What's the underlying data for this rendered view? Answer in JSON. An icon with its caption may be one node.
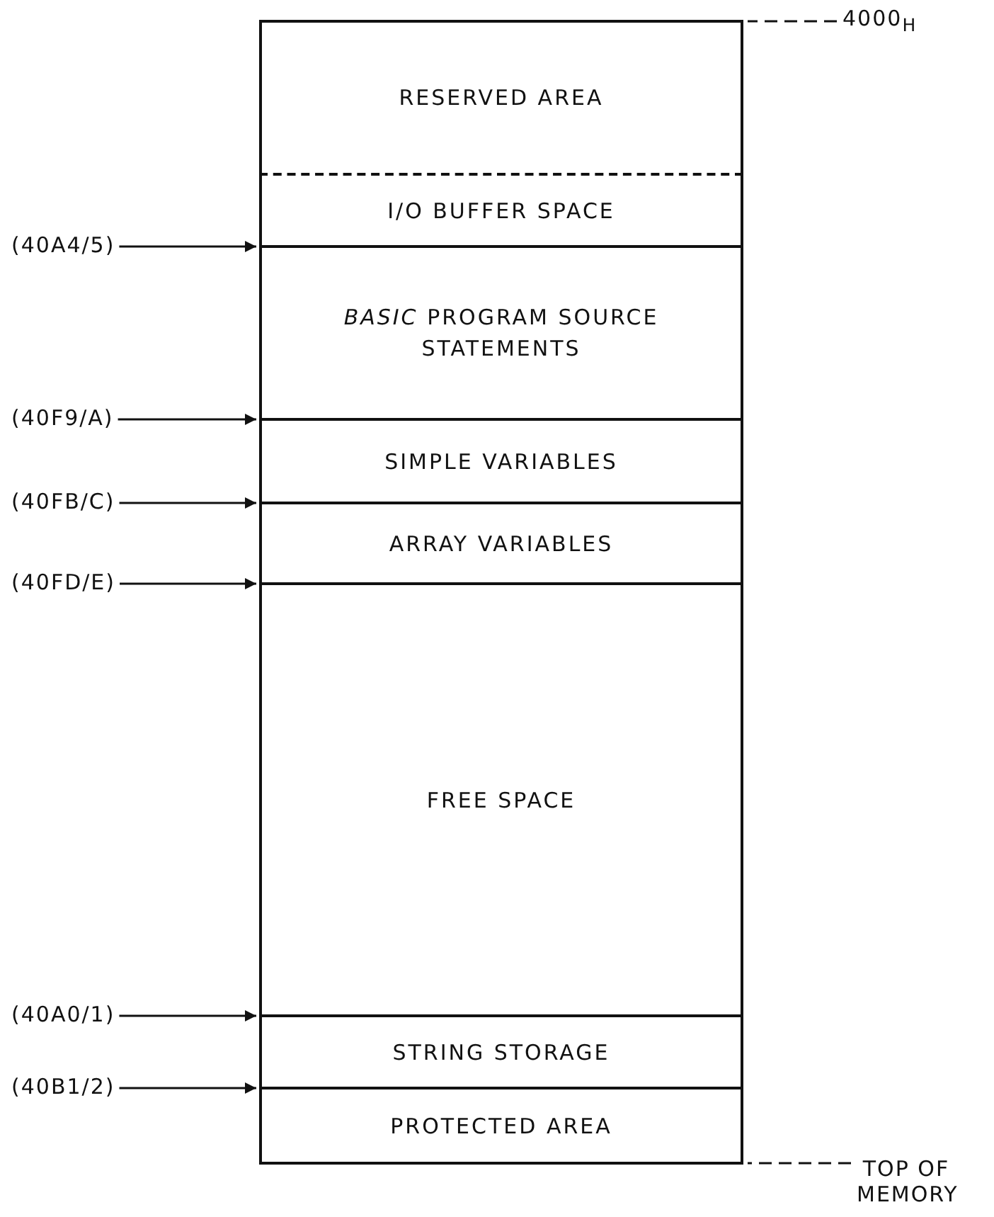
{
  "diagram": {
    "nodes": [
      {
        "text": [
          "RESERVED AREA"
        ]
      },
      {
        "text": [
          "I/O BUFFER SPACE"
        ]
      },
      {
        "text": [
          "*BASIC* PROGRAM SOURCE STATEMENTS"
        ]
      },
      {
        "text": [
          "SIMPLE VARIABLES"
        ]
      },
      {
        "text": [
          "ARRAY VARIABLES"
        ]
      },
      {
        "text": [
          "FREE SPACE"
        ]
      },
      {
        "text": [
          "STRING STORAGE"
        ]
      },
      {
        "text": [
          "PROTECTED AREA"
        ]
      },
      {
        "text": [
          "4000$_{H}$"
        ]
      },
      {
        "text": [
          "(40A4/5)"
        ]
      },
      {
        "text": [
          "(40F9/A)"
        ]
      },
      {
        "text": [
          "(40FB/C)"
        ]
      },
      {
        "text": [
          "(40FD/E)"
        ]
      },
      {
        "text": [
          "(40A0/1)"
        ]
      },
      {
        "text": [
          "(40B1/2)"
        ]
      },
      {
        "text": [
          "TOP OF MEMORY"
        ]
      }
    ],
    "edges": [
      {
        "from": 8,
        "to": 0,
        "arrow": "none",
        "style": "dashed"
      },
      {
        "from": 9,
        "to": 2,
        "arrow": "to"
      },
      {
        "from": 10,
        "to": 3,
        "arrow": "to"
      },
      {
        "from": 11,
        "to": 4,
        "arrow": "to"
      },
      {
        "from": 12,
        "to": 5,
        "arrow": "to"
      },
      {
        "from": 13,
        "to": 6,
        "arrow": "to"
      },
      {
        "from": 14,
        "to": 7,
        "arrow": "to"
      },
      {
        "from": 15,
        "to": 7,
        "arrow": "none",
        "style": "dashed"
      }
    ]
  }
}
